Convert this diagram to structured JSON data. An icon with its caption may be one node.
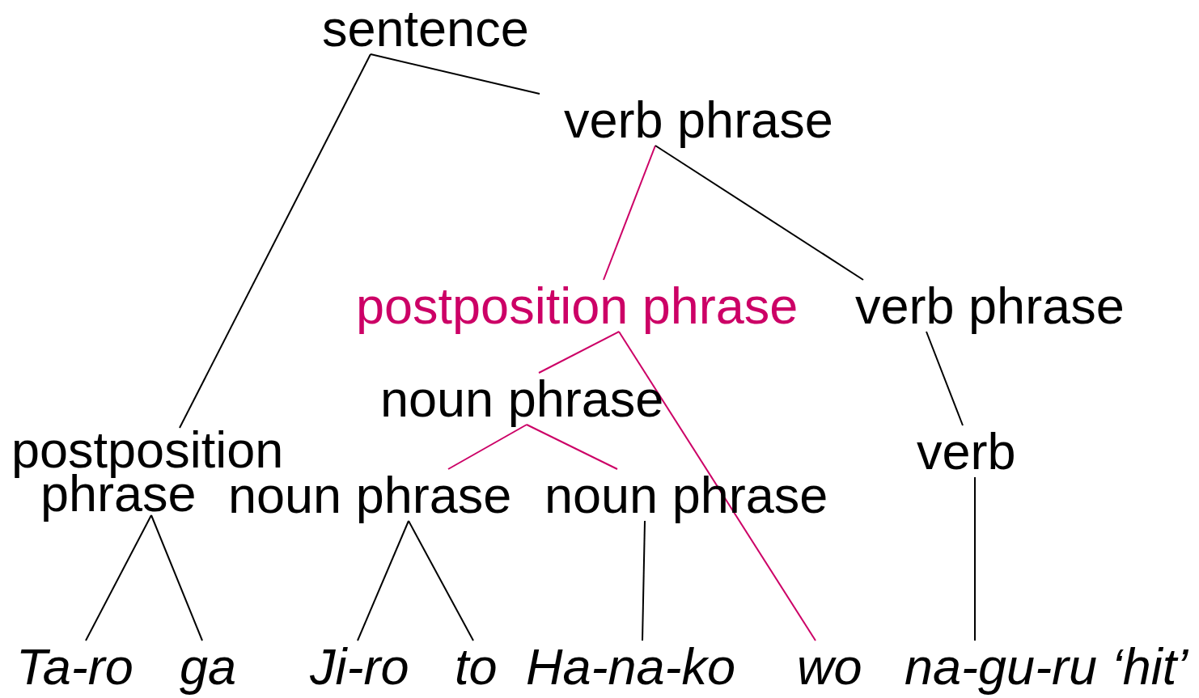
{
  "diagram": {
    "nodes": [
      {
        "text": [
          "sentence"
        ]
      },
      {
        "text": [
          "verb phrase"
        ]
      },
      {
        "text": [
          "postposition phrase"
        ]
      },
      {
        "text": [
          "verb phrase"
        ]
      },
      {
        "text": [
          "noun phrase"
        ]
      },
      {
        "text": [
          "postposition phrase"
        ]
      },
      {
        "text": [
          "verb"
        ]
      },
      {
        "text": [
          "noun phrase"
        ]
      },
      {
        "text": [
          "noun phrase"
        ]
      },
      {
        "text": [
          "Ta-ro"
        ]
      },
      {
        "text": [
          "ga"
        ]
      },
      {
        "text": [
          "Ji-ro"
        ]
      },
      {
        "text": [
          "to"
        ]
      },
      {
        "text": [
          "Ha-na-ko"
        ]
      },
      {
        "text": [
          "wo"
        ]
      },
      {
        "text": [
          "na-gu-ru ‘hit’"
        ]
      }
    ],
    "edges": [
      {
        "from": 0,
        "to": 5,
        "arrow": "none"
      },
      {
        "from": 0,
        "to": 1,
        "arrow": "none"
      },
      {
        "from": 1,
        "to": 2,
        "arrow": "none",
        "color": "#cc0066"
      },
      {
        "from": 1,
        "to": 3,
        "arrow": "none"
      },
      {
        "from": 2,
        "to": 4,
        "arrow": "none",
        "color": "#cc0066"
      },
      {
        "from": 2,
        "to": 14,
        "arrow": "none",
        "color": "#cc0066"
      },
      {
        "from": 3,
        "to": 6,
        "arrow": "none"
      },
      {
        "from": 4,
        "to": 7,
        "arrow": "none",
        "color": "#cc0066"
      },
      {
        "from": 4,
        "to": 8,
        "arrow": "none",
        "color": "#cc0066"
      },
      {
        "from": 5,
        "to": 9,
        "arrow": "none"
      },
      {
        "from": 5,
        "to": 10,
        "arrow": "none"
      },
      {
        "from": 7,
        "to": 11,
        "arrow": "none"
      },
      {
        "from": 7,
        "to": 12,
        "arrow": "none"
      },
      {
        "from": 8,
        "to": 13,
        "arrow": "none"
      },
      {
        "from": 6,
        "to": 15,
        "arrow": "none"
      }
    ]
  }
}
